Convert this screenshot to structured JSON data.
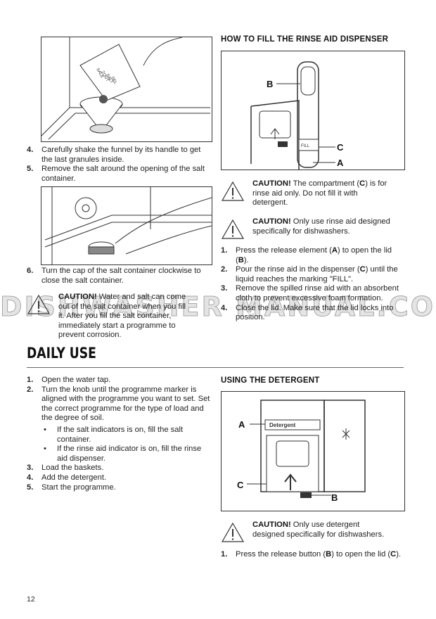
{
  "left": {
    "figure1_bag_text": [
      "SALE",
      "ZOUT",
      "SALT",
      "SEL"
    ],
    "steps_a": [
      {
        "num": "4.",
        "text": "Carefully shake the funnel by its handle to get the last granules inside."
      },
      {
        "num": "5.",
        "text": "Remove the salt around the opening of the salt container."
      }
    ],
    "steps_b": [
      {
        "num": "6.",
        "text": "Turn the cap of the salt container clockwise to close the salt container."
      }
    ],
    "caution": {
      "label": "CAUTION!",
      "text": " Water and salt can come out of the salt container when you fill it. After you fill the salt container, immediately start a programme to prevent corrosion."
    }
  },
  "rinse": {
    "heading": "HOW TO FILL THE RINSE AID DISPENSER",
    "figure_labels": {
      "b": "B",
      "c": "C",
      "a": "A",
      "fill": "FILL"
    },
    "caution1": {
      "label": "CAUTION!",
      "pre": " The compartment (",
      "bold": "C",
      "post": ") is for rinse aid only. Do not fill it with detergent."
    },
    "caution2": {
      "label": "CAUTION!",
      "text": " Only use rinse aid designed specifically for dishwashers."
    },
    "steps": [
      {
        "num": "1.",
        "pre": "Press the release element (",
        "b1": "A",
        "mid": ") to open the lid (",
        "b2": "B",
        "post": ")."
      },
      {
        "num": "2.",
        "pre": "Pour the rinse aid in the dispenser (",
        "b1": "C",
        "mid": ") until the liquid reaches the marking \"FILL\".",
        "b2": "",
        "post": ""
      },
      {
        "num": "3.",
        "pre": "Remove the spilled rinse aid with an absorbent cloth to prevent excessive foam formation.",
        "b1": "",
        "mid": "",
        "b2": "",
        "post": ""
      },
      {
        "num": "4.",
        "pre": "Close the lid. Make sure that the lid locks into position.",
        "b1": "",
        "mid": "",
        "b2": "",
        "post": ""
      }
    ]
  },
  "watermark": "DISHWASHER MANUAL.COM",
  "daily": {
    "heading": "DAILY USE",
    "steps": [
      {
        "num": "1.",
        "text": "Open the water tap."
      },
      {
        "num": "2.",
        "text": "Turn the knob until the programme marker is aligned with the programme you want to set. Set the correct programme for the type of load and the degree of soil."
      }
    ],
    "bullets": [
      "If the salt indicators is on, fill the salt container.",
      "If the rinse aid indicator is on, fill the rinse aid dispenser."
    ],
    "steps2": [
      {
        "num": "3.",
        "text": "Load the baskets."
      },
      {
        "num": "4.",
        "text": "Add the detergent."
      },
      {
        "num": "5.",
        "text": "Start the programme."
      }
    ]
  },
  "detergent": {
    "heading": "USING THE DETERGENT",
    "figure_labels": {
      "a": "A",
      "c": "C",
      "b": "B",
      "brand": "Detergent"
    },
    "caution": {
      "label": "CAUTION!",
      "text": " Only use detergent designed specifically for dishwashers."
    },
    "step": {
      "num": "1.",
      "pre": "Press the release button (",
      "b1": "B",
      "mid": ") to open the lid (",
      "b2": "C",
      "post": ")."
    }
  },
  "page_number": "12"
}
